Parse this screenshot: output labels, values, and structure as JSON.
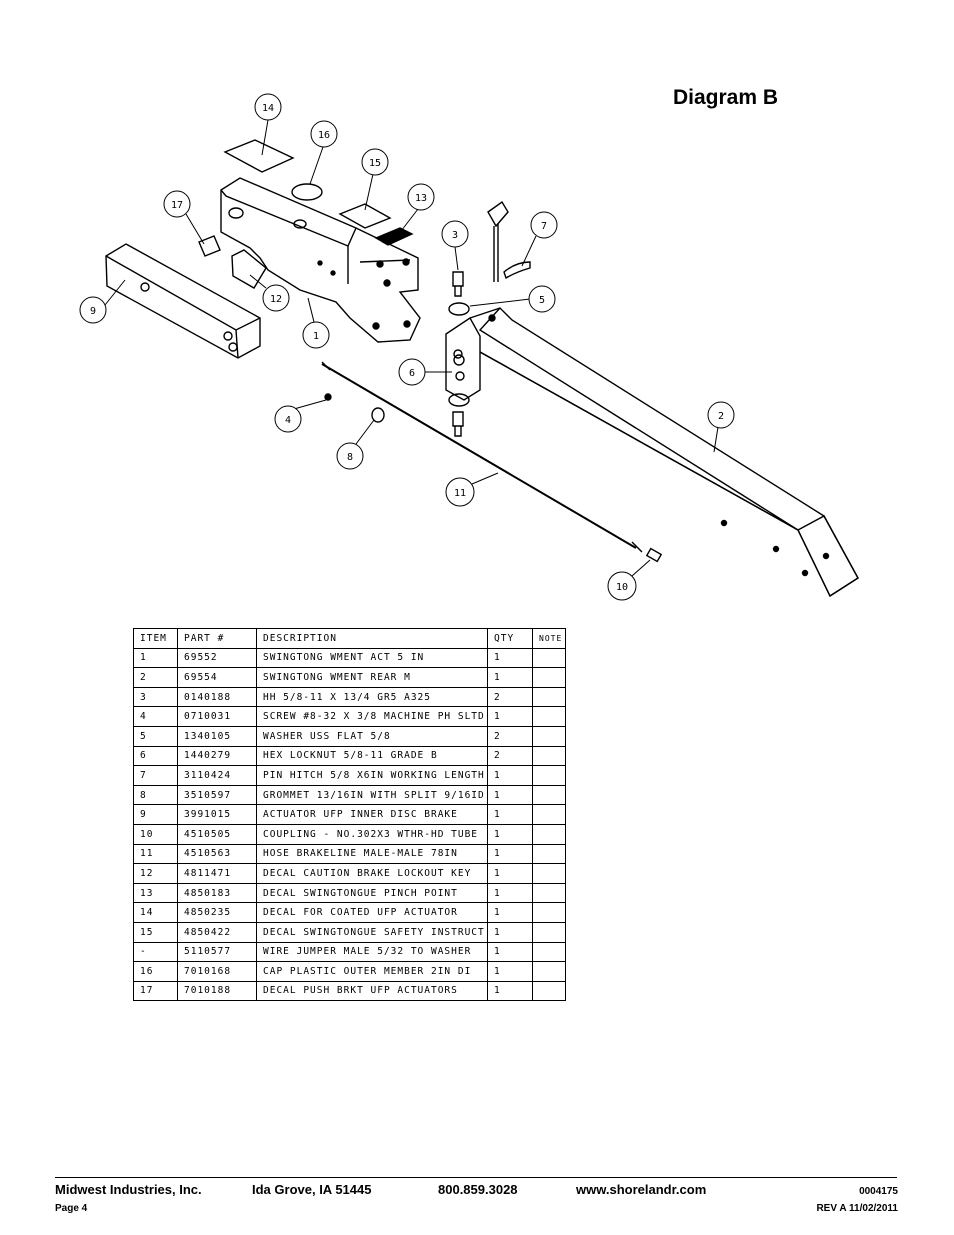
{
  "diagram": {
    "title": "Diagram B",
    "callouts": [
      "14",
      "16",
      "15",
      "13",
      "17",
      "3",
      "7",
      "9",
      "12",
      "1",
      "5",
      "6",
      "4",
      "8",
      "2",
      "11",
      "10"
    ]
  },
  "table": {
    "headers": [
      "ITEM",
      "PART #",
      "DESCRIPTION",
      "QTY",
      "NOTE"
    ],
    "rows": [
      [
        "1",
        "69552",
        "SWINGTONG WMENT ACT 5 IN",
        "1",
        ""
      ],
      [
        "2",
        "69554",
        "SWINGTONG WMENT REAR M",
        "1",
        ""
      ],
      [
        "3",
        "0140188",
        "HH 5/8-11 X 13/4  GR5 A325",
        "2",
        ""
      ],
      [
        "4",
        "0710031",
        "SCREW #8-32 X 3/8 MACHINE PH SLTD",
        "1",
        ""
      ],
      [
        "5",
        "1340105",
        "WASHER USS FLAT 5/8",
        "2",
        ""
      ],
      [
        "6",
        "1440279",
        "HEX LOCKNUT 5/8-11 GRADE B",
        "2",
        ""
      ],
      [
        "7",
        "3110424",
        "PIN HITCH 5/8 X6IN WORKING LENGTH",
        "1",
        ""
      ],
      [
        "8",
        "3510597",
        "GROMMET 13/16IN  WITH SPLIT 9/16ID",
        "1",
        ""
      ],
      [
        "9",
        "3991015",
        "ACTUATOR UFP INNER  DISC BRAKE",
        "1",
        ""
      ],
      [
        "10",
        "4510505",
        "COUPLING - NO.302X3 WTHR-HD TUBE",
        "1",
        ""
      ],
      [
        "11",
        "4510563",
        "HOSE BRAKELINE MALE-MALE 78IN",
        "1",
        ""
      ],
      [
        "12",
        "4811471",
        "DECAL CAUTION BRAKE LOCKOUT KEY",
        "1",
        ""
      ],
      [
        "13",
        "4850183",
        "DECAL SWINGTONGUE PINCH POINT",
        "1",
        ""
      ],
      [
        "14",
        "4850235",
        "DECAL FOR COATED UFP ACTUATOR",
        "1",
        ""
      ],
      [
        "15",
        "4850422",
        "DECAL SWINGTONGUE SAFETY INSTRUCT",
        "1",
        ""
      ],
      [
        "-",
        "5110577",
        "WIRE JUMPER MALE 5/32 TO WASHER",
        "1",
        ""
      ],
      [
        "16",
        "7010168",
        "CAP  PLASTIC OUTER MEMBER 2IN DI",
        "1",
        ""
      ],
      [
        "17",
        "7010188",
        "DECAL PUSH BRKT UFP ACTUATORS",
        "1",
        ""
      ]
    ]
  },
  "footer": {
    "company": "Midwest Industries, Inc.",
    "city": "Ida Grove, IA  51445",
    "phone": "800.859.3028",
    "website": "www.shorelandr.com",
    "doc_number": "0004175",
    "page": "Page 4",
    "revision": "REV A 11/02/2011"
  }
}
